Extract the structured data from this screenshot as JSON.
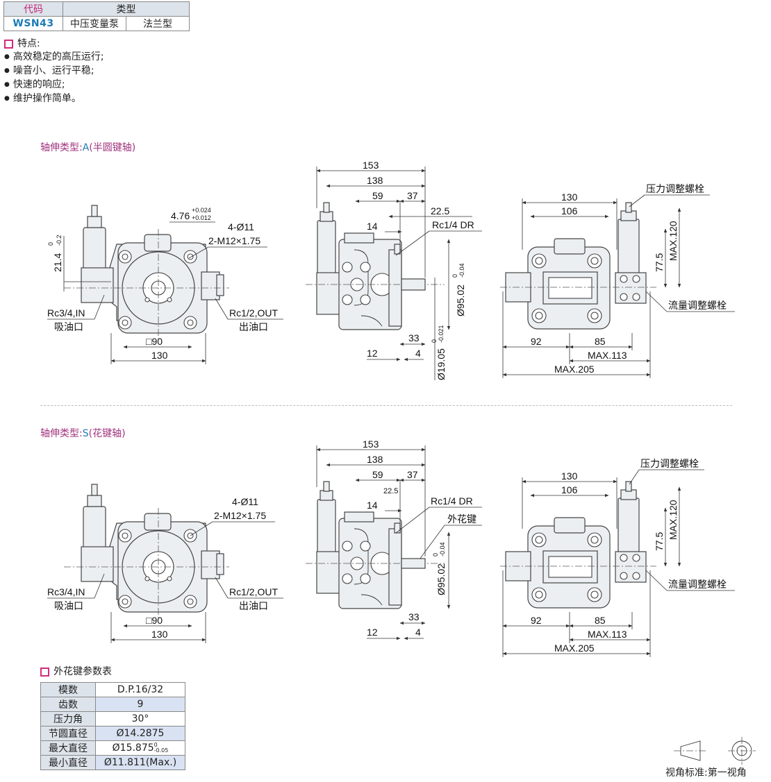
{
  "type_table": {
    "header_code": "代码",
    "header_type": "类型",
    "code": "WSN43",
    "type_1": "中压变量泵",
    "type_2": "法兰型"
  },
  "features": {
    "title": "特点:",
    "items": [
      "高效稳定的高压运行;",
      "噪音小、运行平稳;",
      "快速的响应;",
      "维护操作简单。"
    ]
  },
  "section_a": {
    "label": "轴伸类型:",
    "code": "A",
    "desc": "(半圆键轴)",
    "front": {
      "tol_main": "4.76",
      "tol_up": "+0.024",
      "tol_low": "+0.012",
      "holes": "4-Ø11",
      "thread": "2-M12×1.75",
      "h_main": "21.4",
      "h_tol_up": "0",
      "h_tol_low": "-0.2",
      "inlet": "Rc3/4,IN",
      "inlet_cn": "吸油口",
      "outlet": "Rc1/2,OUT",
      "outlet_cn": "出油口",
      "square": "□90",
      "width": "130"
    },
    "side": {
      "d153": "153",
      "d138": "138",
      "d59": "59",
      "d37": "37",
      "d22": "22.5",
      "d14": "14",
      "drain": "Rc1/4 DR",
      "dia_main": "Ø95.02",
      "dia_tol_up": "0",
      "dia_tol_low": "-0.04",
      "d33": "33",
      "d12": "12",
      "d4": "4",
      "shaft_dia": "Ø19.05",
      "shaft_tol_up": "0",
      "shaft_tol_low": "-0.021"
    },
    "back": {
      "d130": "130",
      "d106": "106",
      "pressure_bolt": "压力调整螺栓",
      "d77": "77.5",
      "max120": "MAX.120",
      "flow_bolt": "流量调整螺栓",
      "d92": "92",
      "d85": "85",
      "max113": "MAX.113",
      "max205": "MAX.205"
    }
  },
  "section_s": {
    "label": "轴伸类型:",
    "code": "S",
    "desc": "(花键轴)",
    "front": {
      "holes": "4-Ø11",
      "thread": "2-M12×1.75",
      "inlet": "Rc3/4,IN",
      "inlet_cn": "吸油口",
      "outlet": "Rc1/2,OUT",
      "outlet_cn": "出油口",
      "square": "□90",
      "width": "130"
    },
    "side": {
      "d153": "153",
      "d138": "138",
      "d59": "59",
      "d37": "37",
      "d22": "22.5",
      "d14": "14",
      "drain": "Rc1/4 DR",
      "spline": "外花键",
      "dia_main": "Ø95.02",
      "dia_tol_up": "0",
      "dia_tol_low": "-0.04",
      "d33": "33",
      "d12": "12",
      "d4": "4"
    },
    "back": {
      "d130": "130",
      "d106": "106",
      "pressure_bolt": "压力调整螺栓",
      "d77": "77.5",
      "max120": "MAX.120",
      "flow_bolt": "流量调整螺栓",
      "d92": "92",
      "d85": "85",
      "max113": "MAX.113",
      "max205": "MAX.205"
    }
  },
  "spline_table": {
    "title": "外花键参数表",
    "rows": [
      {
        "k": "模数",
        "v": "D.P.16/32"
      },
      {
        "k": "齿数",
        "v": "9"
      },
      {
        "k": "压力角",
        "v": "30°"
      },
      {
        "k": "节圆直径",
        "v": "Ø14.2875"
      },
      {
        "k": "最大直径",
        "v": "Ø15.875",
        "tol_up": "0",
        "tol_low": "-0.05"
      },
      {
        "k": "最小直径",
        "v": "Ø11.811(Max.)"
      }
    ]
  },
  "view_standard": "视角标准:第一视角"
}
